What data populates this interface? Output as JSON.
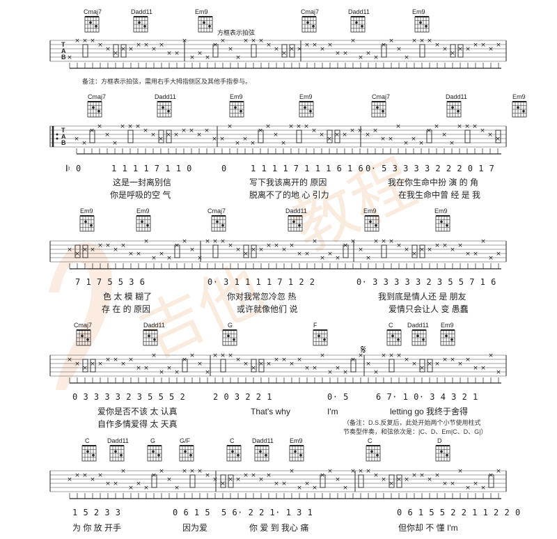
{
  "notes": {
    "top_label": "方框表示拍弦",
    "remark": "备注：方框表示拍弦，需用右手大拇指侧区及其他手指参与。",
    "ds_remark_1": "（备注：D.S.反复后，此处开始两个小节使用柱式",
    "ds_remark_2": "节奏型伴奏，和弦依次是：|C、D、Em|C、D、G|）",
    "segno": "𝄋"
  },
  "tab_clef": [
    "T",
    "A",
    "B"
  ],
  "systems": [
    {
      "chords": [
        "Cmaj7",
        "Dadd11",
        "Em9",
        "Cmaj7",
        "Dadd11",
        "Em9"
      ],
      "jianpu": "",
      "lyrics1": "",
      "lyrics2": ""
    },
    {
      "chords": [
        "Cmaj7",
        "Dadd11",
        "Em9",
        "Em9",
        "Cmaj7",
        "Dadd11",
        "Em9"
      ],
      "jianpu": [
        "𝄆 0",
        "1 1 1 1 7 1 1 0",
        "0",
        "1 1 1 1 7 1 1 1 6 1 6",
        "0· 5 3 3 3 3 2 2 2 0 1 7"
      ],
      "lyrics1": [
        "这是一封离别信",
        "写下我该离开的 原因",
        "我在你生命中扮 演 的 角"
      ],
      "lyrics2": [
        "你是呼吸的空 气",
        "脱离不了的地 心 引力",
        "在我生命中曾 经 是 我"
      ]
    },
    {
      "chords": [
        "Em9",
        "Em9",
        "Cmaj7",
        "Dadd11",
        "Em9",
        "Em9"
      ],
      "jianpu": [
        "7 1 7 5 5 3 6",
        "0· 3 1 1 1 1 7 1 2 2",
        "0· 3 3 3 3 3 2 3 5 5 7 1 6"
      ],
      "lyrics1": [
        "色 太 模 糊了",
        "你对我常忽冷忽 热",
        "我到底是情人还 是 朋友"
      ],
      "lyrics2": [
        "存 在 的 原因",
        "或许就像他们 说",
        "爱情只会让人 变 愚蠢"
      ]
    },
    {
      "chords": [
        "Cmaj7",
        "Dadd11",
        "G",
        "F",
        "C",
        "Dadd11",
        "Em9"
      ],
      "jianpu": [
        "0 3 3 3 3 2 3 5 5 5 2",
        "2 0 3 2 2 1",
        "0· 5",
        "6 7· 1 0· 3 4 3 2 1"
      ],
      "lyrics1": [
        "爱你是否不该 太 认真",
        "That's why",
        "I'm",
        "letting go 我终于舍得"
      ],
      "lyrics2": [
        "自作多情爱得 太 天真",
        "",
        "",
        ""
      ]
    },
    {
      "chords": [
        "C",
        "Dadd11",
        "G",
        "G/F",
        "C",
        "Dadd11",
        "Em9",
        "C",
        "D"
      ],
      "jianpu": [
        "1 5 2 3 3",
        "0 6 1 5",
        "5 6· 2 2 1· 1 3 1",
        "0 6 1 5 5 2 2 1 1 2 2 0"
      ],
      "lyrics1": [
        "为 你 放 开手",
        "因为爱",
        "你 爱 到 我心 痛",
        "但你却 不 懂 I'm"
      ],
      "lyrics2": [
        "",
        "",
        "",
        ""
      ]
    }
  ]
}
